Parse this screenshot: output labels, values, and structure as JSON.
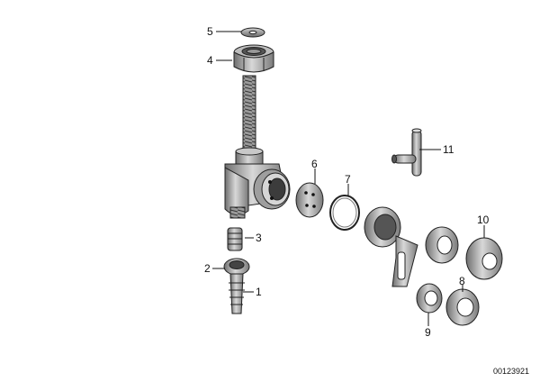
{
  "callouts": {
    "c1": "1",
    "c2": "2",
    "c3": "3",
    "c4": "4",
    "c5": "5",
    "c6": "6",
    "c7": "7",
    "c8": "8",
    "c9": "9",
    "c10": "10",
    "c11": "11"
  },
  "reference_number": "00123921",
  "colors": {
    "line": "#111111",
    "metal_dark": "#555555",
    "metal_mid": "#8a8a8a",
    "metal_light": "#c8c8c8"
  }
}
